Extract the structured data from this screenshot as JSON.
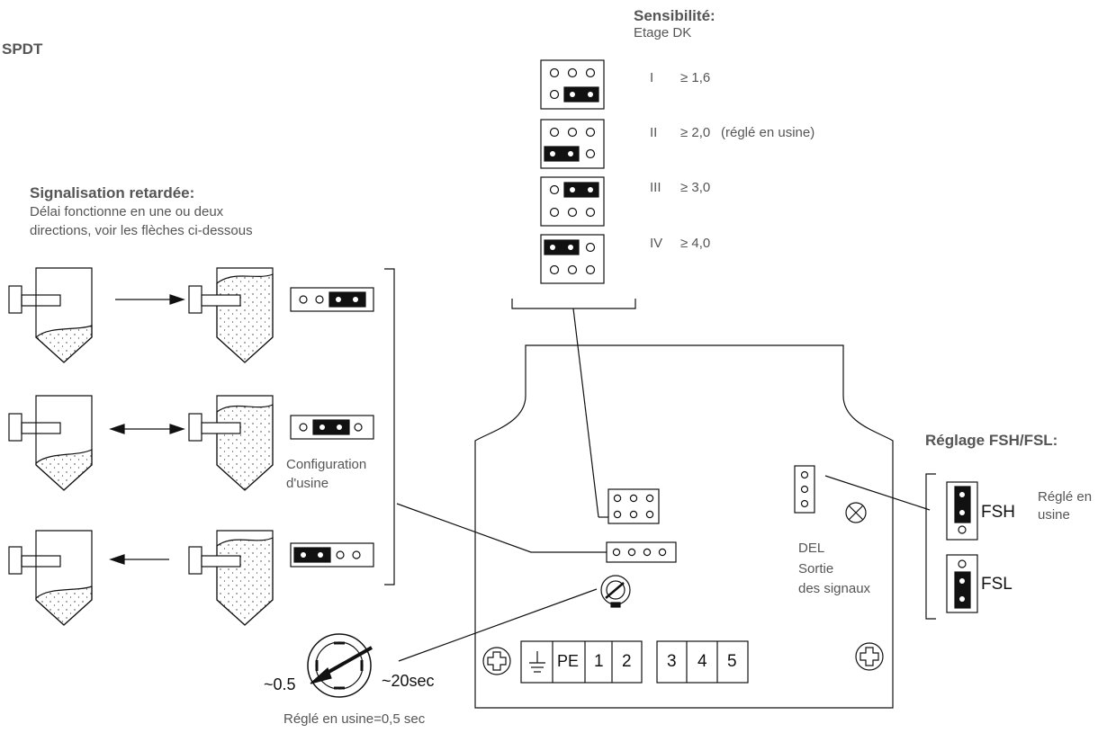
{
  "title": "SPDT",
  "sensitivity": {
    "heading": "Sensibilité:",
    "subheading": "Etage DK",
    "levels": [
      {
        "roman": "I",
        "value": "≥ 1,6",
        "note": ""
      },
      {
        "roman": "II",
        "value": "≥ 2,0",
        "note": "(réglé en usine)"
      },
      {
        "roman": "III",
        "value": "≥ 3,0",
        "note": ""
      },
      {
        "roman": "IV",
        "value": "≥ 4,0",
        "note": ""
      }
    ]
  },
  "delay": {
    "heading": "Signalisation retardée:",
    "line1": "Délai fonctionne en une ou deux",
    "line2": "directions, voir les flèches ci-dessous",
    "factory1": "Configuration",
    "factory2": "d'usine"
  },
  "fsh_fsl": {
    "heading": "Réglage FSH/FSL:",
    "fsh": "FSH",
    "fsl": "FSL",
    "factory1": "Réglé en",
    "factory2": "usine"
  },
  "led": {
    "line1": "DEL",
    "line2": "Sortie",
    "line3": "des signaux"
  },
  "terminals": [
    "PE",
    "1",
    "2",
    "3",
    "4",
    "5"
  ],
  "dial": {
    "min": "~0.5",
    "max": "~20sec",
    "factory": "Réglé en usine=0,5 sec"
  }
}
